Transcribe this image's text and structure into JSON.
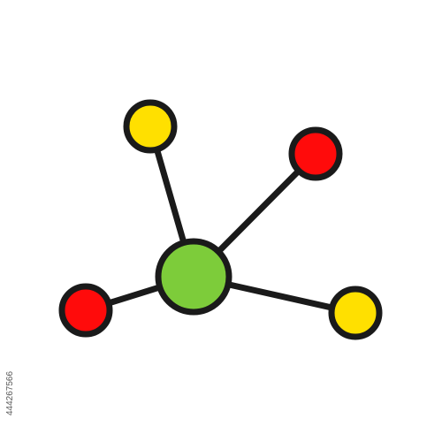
{
  "colors": {
    "background": "#ffffff",
    "outline": "#1a1a1a",
    "center_node": "#7dcc3a",
    "yellow_node": "#ffe000",
    "red_node": "#ff0b0b"
  },
  "icon": {
    "name": "molecule-network-icon",
    "nodes": [
      {
        "id": "center",
        "color_key": "center_node"
      },
      {
        "id": "top-left",
        "color_key": "yellow_node"
      },
      {
        "id": "top-right",
        "color_key": "red_node"
      },
      {
        "id": "bottom-left",
        "color_key": "red_node"
      },
      {
        "id": "bottom-right",
        "color_key": "yellow_node"
      }
    ]
  },
  "watermark": {
    "id": "444267566"
  }
}
